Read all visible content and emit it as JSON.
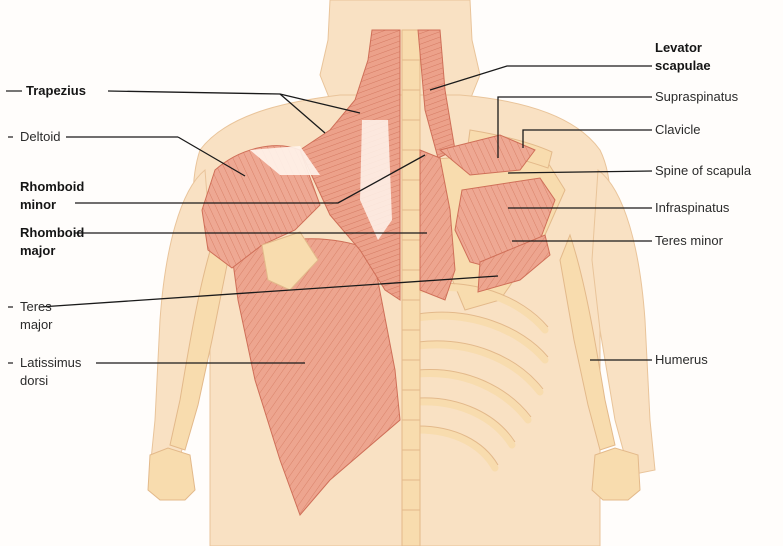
{
  "colors": {
    "skin": "#f9e1c3",
    "bone": "#f8dcae",
    "bone_edge": "#e3b98a",
    "muscle": "#eda58f",
    "muscle_dark": "#d9836a",
    "muscle_fiber": "#cf6f58",
    "tendon": "#fff4ec",
    "leader_line": "#1a1a1a"
  },
  "labels": {
    "trapezius": "Trapezius",
    "deltoid": "Deltoid",
    "rhomboid_minor": "Rhomboid\nminor",
    "rhomboid_major": "Rhomboid\nmajor",
    "teres_major": "Teres\nmajor",
    "latissimus_dorsi": "Latissimus\ndorsi",
    "levator_scapulae": "Levator\nscapulae",
    "supraspinatus": "Supraspinatus",
    "clavicle": "Clavicle",
    "spine_of_scapula": "Spine of scapula",
    "infraspinatus": "Infraspinatus",
    "teres_minor": "Teres minor",
    "humerus": "Humerus"
  }
}
